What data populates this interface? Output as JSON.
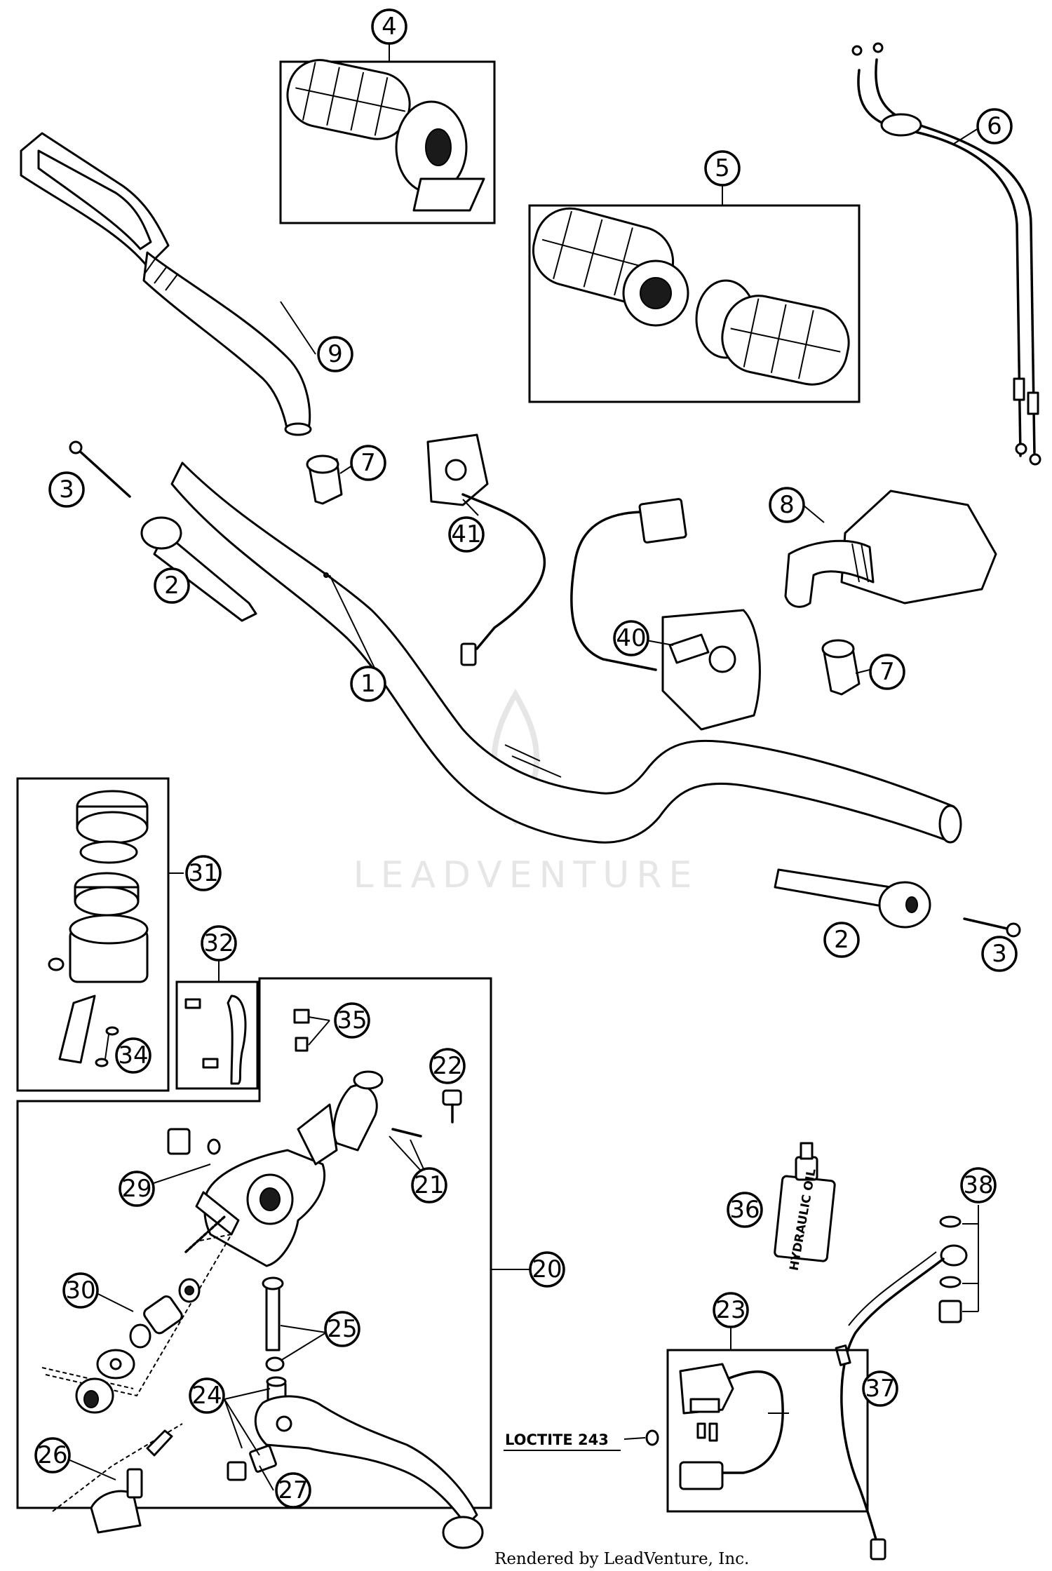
{
  "callouts": {
    "c1": "1",
    "c2a": "2",
    "c2b": "2",
    "c3a": "3",
    "c3b": "3",
    "c4": "4",
    "c5": "5",
    "c6": "6",
    "c7a": "7",
    "c7b": "7",
    "c8": "8",
    "c9": "9",
    "c20": "20",
    "c21": "21",
    "c22": "22",
    "c23": "23",
    "c24": "24",
    "c25": "25",
    "c26": "26",
    "c27": "27",
    "c29": "29",
    "c30": "30",
    "c31": "31",
    "c32": "32",
    "c34": "34",
    "c35": "35",
    "c36": "36",
    "c37": "37",
    "c38": "38",
    "c40": "40",
    "c41": "41"
  },
  "note": "LOCTITE 243",
  "bottle_label": "HYDRAULIC OIL",
  "watermark": "LEADVENTURE",
  "credit": "Rendered by LeadVenture, Inc."
}
